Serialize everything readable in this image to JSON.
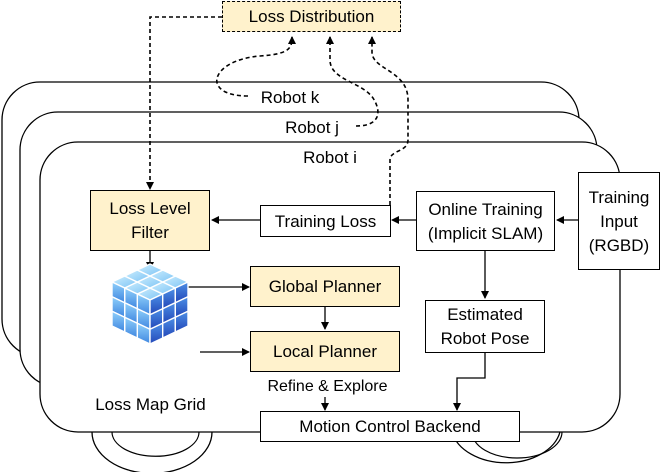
{
  "nodes": {
    "loss_distribution": "Loss Distribution",
    "robot_k": "Robot k",
    "robot_j": "Robot j",
    "robot_i": "Robot i",
    "loss_level_filter": [
      "Loss Level",
      "Filter"
    ],
    "training_loss": "Training Loss",
    "online_training": [
      "Online Training",
      "(Implicit SLAM)"
    ],
    "training_input": [
      "Training",
      "Input",
      "(RGBD)"
    ],
    "global_planner": "Global Planner",
    "local_planner": "Local Planner",
    "estimated_robot_pose": [
      "Estimated",
      "Robot Pose"
    ],
    "loss_map_grid": "Loss Map Grid",
    "refine_explore": "Refine & Explore",
    "motion_control_backend": "Motion Control Backend"
  },
  "colors": {
    "highlight_fill": "#fff2cc",
    "cube_light": "#bfe3fb",
    "cube_mid": "#5ea8ec",
    "cube_dark": "#2f5fd0"
  }
}
